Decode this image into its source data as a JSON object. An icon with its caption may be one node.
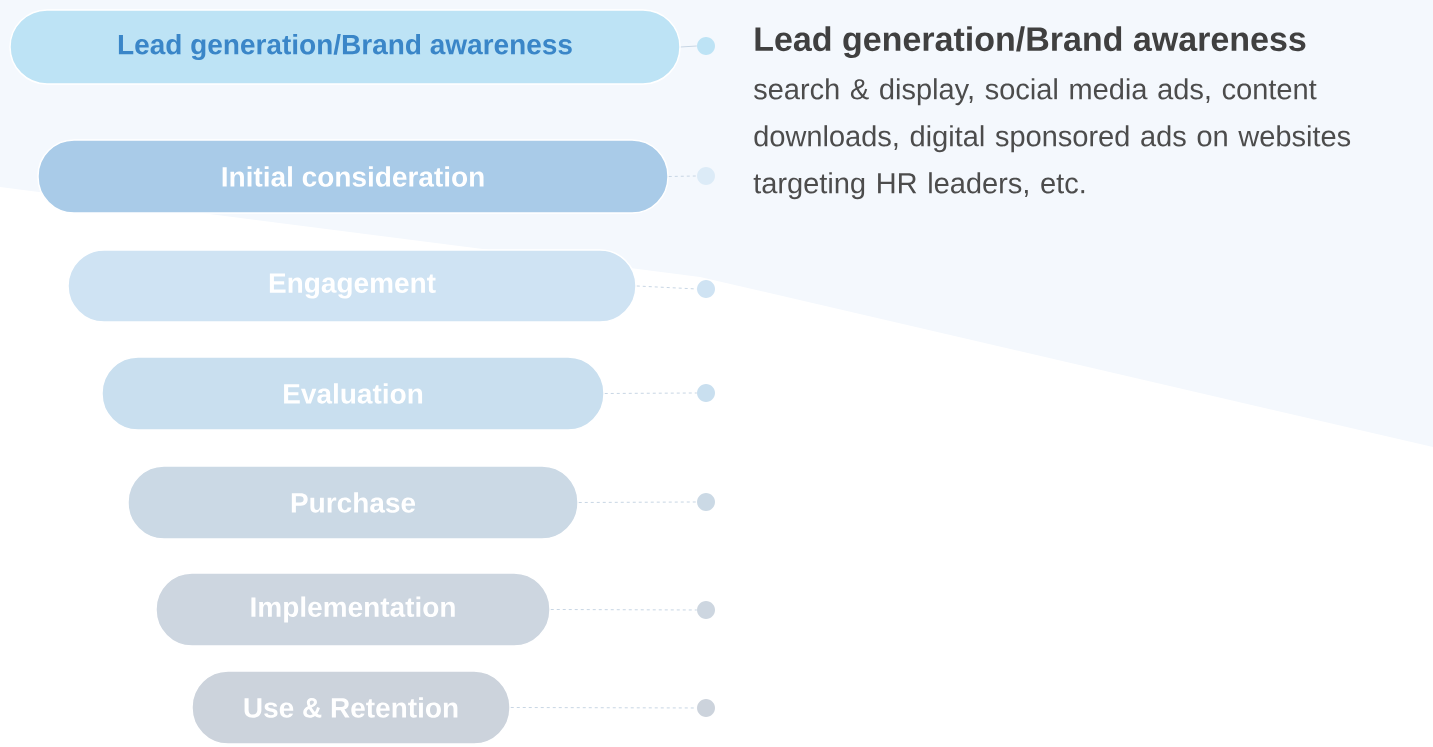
{
  "diagram": {
    "nodes": [
      {
        "text": [
          "Lead generation/Brand awareness"
        ]
      },
      {
        "text": [
          "Initial consideration"
        ]
      },
      {
        "text": [
          "Engagement"
        ]
      },
      {
        "text": [
          "Evaluation"
        ]
      },
      {
        "text": [
          "Purchase"
        ]
      },
      {
        "text": [
          "Implementation"
        ]
      },
      {
        "text": [
          "Use & Retention"
        ]
      },
      {
        "text": [],
        "shape": "circle"
      },
      {
        "text": [],
        "shape": "circle"
      },
      {
        "text": [],
        "shape": "circle"
      },
      {
        "text": [],
        "shape": "circle"
      },
      {
        "text": [],
        "shape": "circle"
      },
      {
        "text": [],
        "shape": "circle"
      },
      {
        "text": [],
        "shape": "circle"
      }
    ],
    "edges": [
      {
        "from": 0,
        "to": 7,
        "arrow": "none"
      },
      {
        "from": 1,
        "to": 8,
        "arrow": "none",
        "style": "dashed"
      },
      {
        "from": 2,
        "to": 9,
        "arrow": "none",
        "style": "dashed"
      },
      {
        "from": 3,
        "to": 10,
        "arrow": "none",
        "style": "dashed"
      },
      {
        "from": 4,
        "to": 11,
        "arrow": "none",
        "style": "dashed"
      },
      {
        "from": 5,
        "to": 12,
        "arrow": "none",
        "style": "dashed"
      },
      {
        "from": 6,
        "to": 13,
        "arrow": "none",
        "style": "dashed"
      }
    ],
    "labels": [
      "Lead generation/Brand awareness",
      "search & display, social media ads, content downloads, digital sponsored ads on websites targeting HR leaders, etc."
    ]
  }
}
